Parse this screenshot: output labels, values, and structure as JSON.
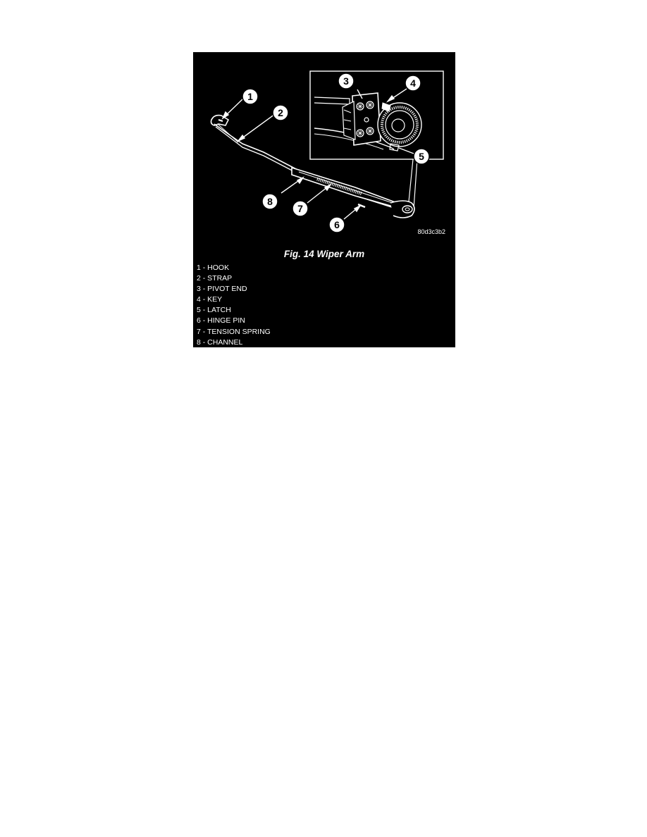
{
  "figure": {
    "caption": "Fig. 14 Wiper Arm",
    "image_code": "80d3c3b2",
    "background_color": "#000000",
    "line_color": "#ffffff",
    "callouts": [
      "1",
      "2",
      "3",
      "4",
      "5",
      "6",
      "7",
      "8"
    ]
  },
  "legend": [
    "1 - HOOK",
    "2 - STRAP",
    "3 - PIVOT END",
    "4 - KEY",
    "5 - LATCH",
    "6 - HINGE PIN",
    "7 - TENSION SPRING",
    "8 - CHANNEL"
  ]
}
